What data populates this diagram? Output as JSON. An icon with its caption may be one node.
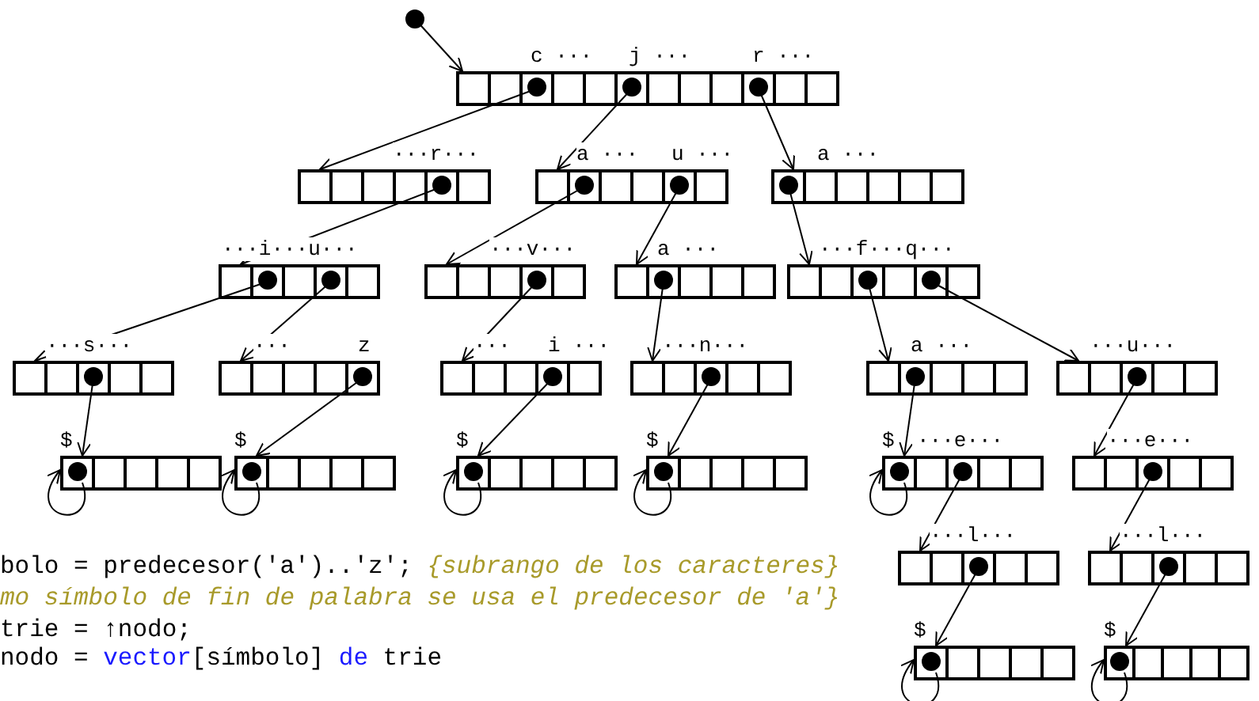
{
  "diagram": {
    "nodes": [
      {
        "text": [],
        "shape": "circle"
      },
      {
        "text": [
          "c ···",
          "j ···",
          "r ···"
        ]
      },
      {
        "text": [
          "···r···"
        ]
      },
      {
        "text": [
          "a ···",
          "u ···"
        ]
      },
      {
        "text": [
          "a ···"
        ]
      },
      {
        "text": [
          "···i···u···"
        ]
      },
      {
        "text": [
          "···v···"
        ]
      },
      {
        "text": [
          "a ···"
        ]
      },
      {
        "text": [
          "···f···q···"
        ]
      },
      {
        "text": [
          "···s···"
        ]
      },
      {
        "text": [
          "···",
          "z"
        ]
      },
      {
        "text": [
          "···",
          "i ···"
        ]
      },
      {
        "text": [
          "···n···"
        ]
      },
      {
        "text": [
          "a ···"
        ]
      },
      {
        "text": [
          "···u···"
        ]
      },
      {
        "text": [
          "$"
        ]
      },
      {
        "text": [
          "$"
        ]
      },
      {
        "text": [
          "$"
        ]
      },
      {
        "text": [
          "$"
        ]
      },
      {
        "text": [
          "$",
          "···e···"
        ]
      },
      {
        "text": [
          "···e···"
        ]
      },
      {
        "text": [
          "···l···"
        ]
      },
      {
        "text": [
          "···l···"
        ]
      },
      {
        "text": [
          "$"
        ]
      },
      {
        "text": [
          "$"
        ]
      }
    ],
    "edges": [
      {
        "from": 0,
        "to": 1,
        "arrow": "to"
      },
      {
        "from": 1,
        "to": 2,
        "arrow": "to"
      },
      {
        "from": 1,
        "to": 3,
        "arrow": "to"
      },
      {
        "from": 1,
        "to": 4,
        "arrow": "to"
      },
      {
        "from": 2,
        "to": 5,
        "arrow": "to"
      },
      {
        "from": 3,
        "to": 6,
        "arrow": "to"
      },
      {
        "from": 3,
        "to": 7,
        "arrow": "to"
      },
      {
        "from": 4,
        "to": 8,
        "arrow": "to"
      },
      {
        "from": 5,
        "to": 9,
        "arrow": "to"
      },
      {
        "from": 5,
        "to": 10,
        "arrow": "to"
      },
      {
        "from": 6,
        "to": 11,
        "arrow": "to"
      },
      {
        "from": 7,
        "to": 12,
        "arrow": "to"
      },
      {
        "from": 8,
        "to": 13,
        "arrow": "to"
      },
      {
        "from": 8,
        "to": 14,
        "arrow": "to"
      },
      {
        "from": 9,
        "to": 15,
        "arrow": "to"
      },
      {
        "from": 10,
        "to": 16,
        "arrow": "to"
      },
      {
        "from": 11,
        "to": 17,
        "arrow": "to"
      },
      {
        "from": 12,
        "to": 18,
        "arrow": "to"
      },
      {
        "from": 13,
        "to": 19,
        "arrow": "to"
      },
      {
        "from": 14,
        "to": 20,
        "arrow": "to"
      },
      {
        "from": 15,
        "to": 15,
        "arrow": "to"
      },
      {
        "from": 16,
        "to": 16,
        "arrow": "to"
      },
      {
        "from": 17,
        "to": 17,
        "arrow": "to"
      },
      {
        "from": 18,
        "to": 18,
        "arrow": "to"
      },
      {
        "from": 19,
        "to": 19,
        "arrow": "to"
      },
      {
        "from": 19,
        "to": 21,
        "arrow": "to"
      },
      {
        "from": 20,
        "to": 22,
        "arrow": "to"
      },
      {
        "from": 21,
        "to": 23,
        "arrow": "to"
      },
      {
        "from": 22,
        "to": 24,
        "arrow": "to"
      },
      {
        "from": 23,
        "to": 23,
        "arrow": "to"
      },
      {
        "from": 24,
        "to": 24,
        "arrow": "to"
      }
    ],
    "labels": [
      "bolo = predecesor('a')..'z';",
      "{subrango de los caracteres}",
      "mo símbolo de fin de palabra se usa el predecesor de 'a'}",
      "trie = ↑nodo;",
      "nodo =",
      "vector",
      "[símbolo]",
      "de",
      "trie"
    ]
  }
}
